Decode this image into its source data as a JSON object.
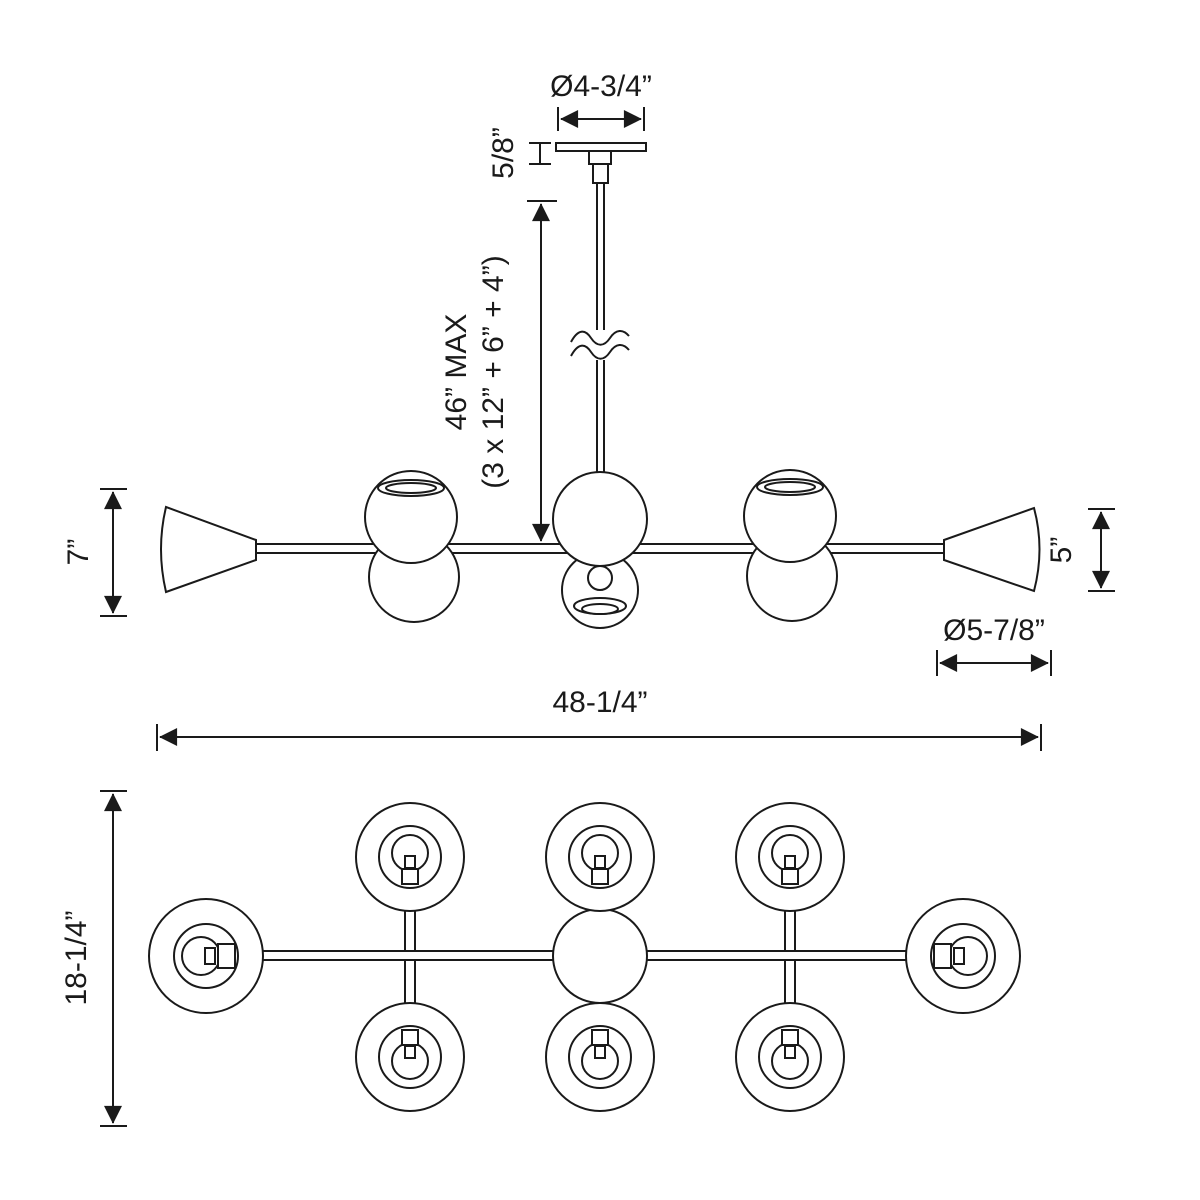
{
  "diagram": {
    "type": "lighting-fixture-dimension-drawing",
    "views": {
      "top": "side-elevation",
      "bottom": "plan-view"
    },
    "colors": {
      "line": "#1a1a1a",
      "background": "#ffffff"
    },
    "labels": {
      "canopy_diameter": "Ø4-3/4”",
      "canopy_height": "5/8”",
      "rod_max_length": "46” MAX",
      "rod_breakdown": "(3 x 12” + 6” + 4”)",
      "left_shade_height": "7”",
      "right_shade_height": "5”",
      "end_shade_diameter": "Ø5-7/8”",
      "overall_width": "48-1/4”",
      "overall_depth": "18-1/4”"
    }
  }
}
